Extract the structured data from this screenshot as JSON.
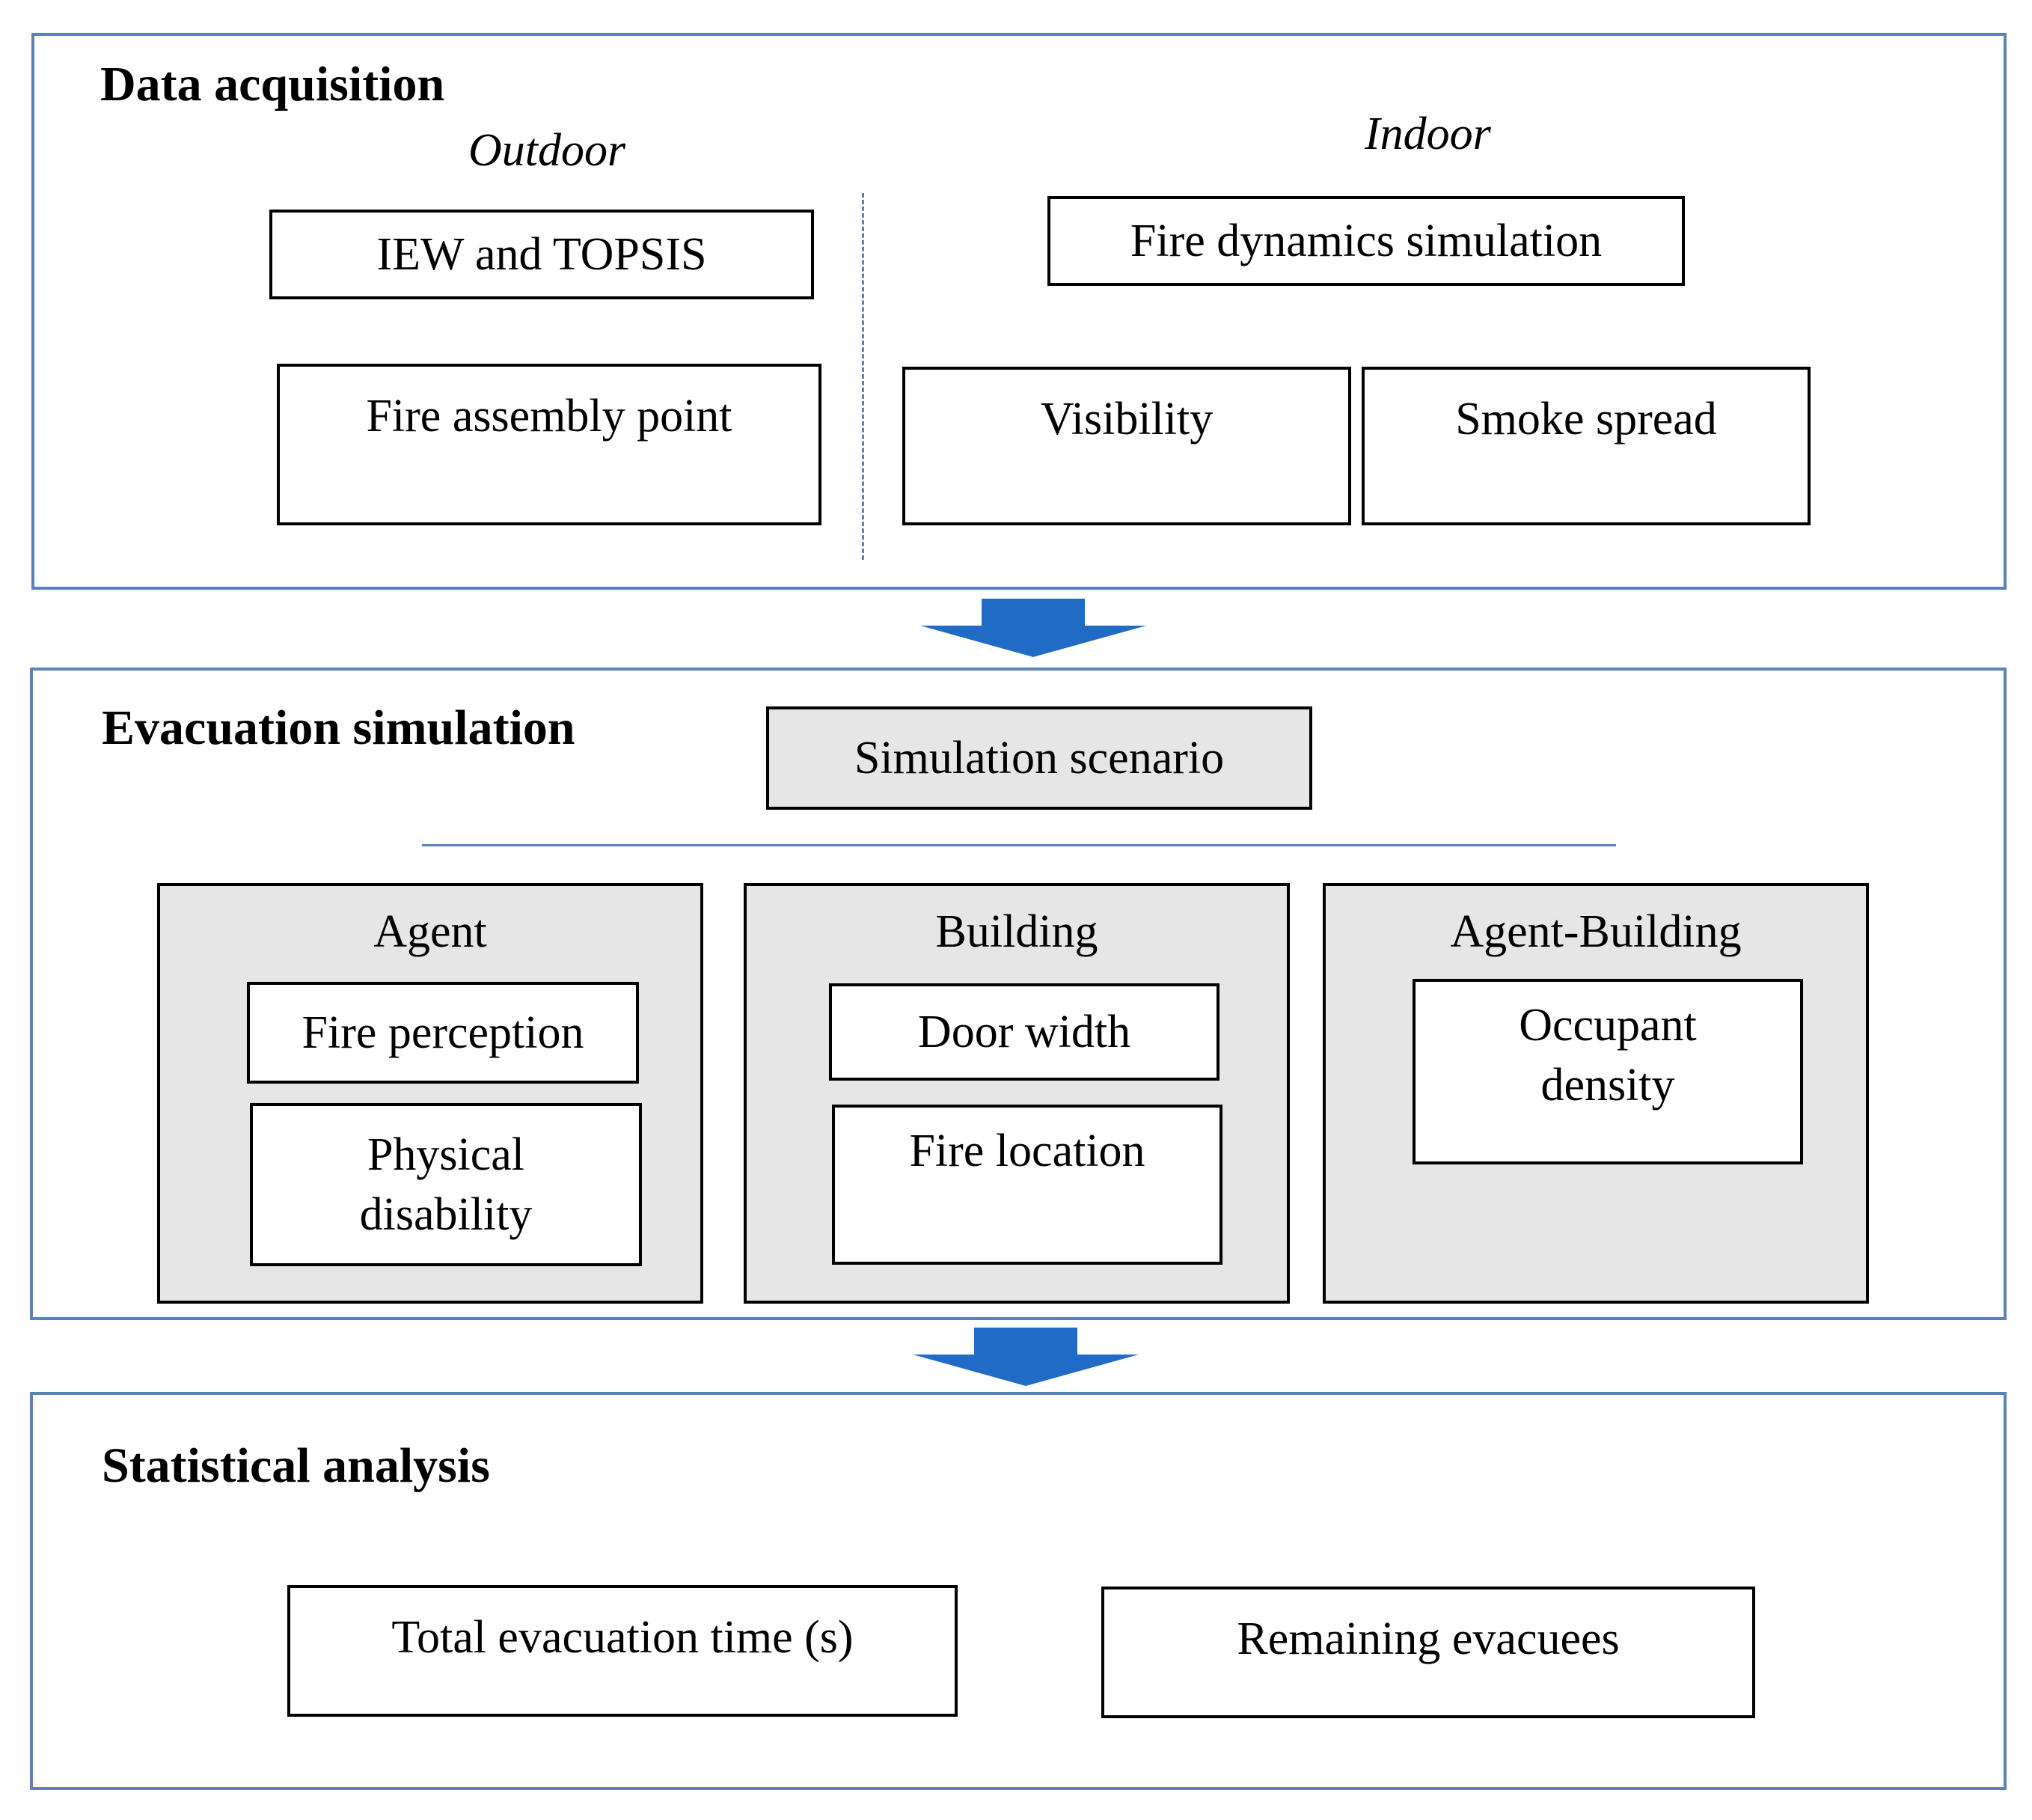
{
  "data_acquisition": {
    "title": "Data acquisition",
    "outdoor_label": "Outdoor",
    "indoor_label": "Indoor",
    "iew_topsis": "IEW and TOPSIS",
    "fire_assembly_point": "Fire assembly point",
    "fire_dynamics_simulation": "Fire dynamics simulation",
    "visibility": "Visibility",
    "smoke_spread": "Smoke spread"
  },
  "evacuation_simulation": {
    "title": "Evacuation simulation",
    "simulation_scenario": "Simulation scenario",
    "agent": {
      "label": "Agent",
      "fire_perception": "Fire perception",
      "physical_disability": "Physical disability"
    },
    "building": {
      "label": "Building",
      "door_width": "Door width",
      "fire_location": "Fire location"
    },
    "agent_building": {
      "label": "Agent-Building",
      "occupant_density": "Occupant density"
    }
  },
  "statistical_analysis": {
    "title": "Statistical analysis",
    "total_evacuation_time": "Total evacuation time (s)",
    "remaining_evacuees": "Remaining evacuees"
  },
  "colors": {
    "section_border": "#5b83b8",
    "arrow": "#1f6bc6",
    "gray_fill": "#e6e6e6"
  }
}
